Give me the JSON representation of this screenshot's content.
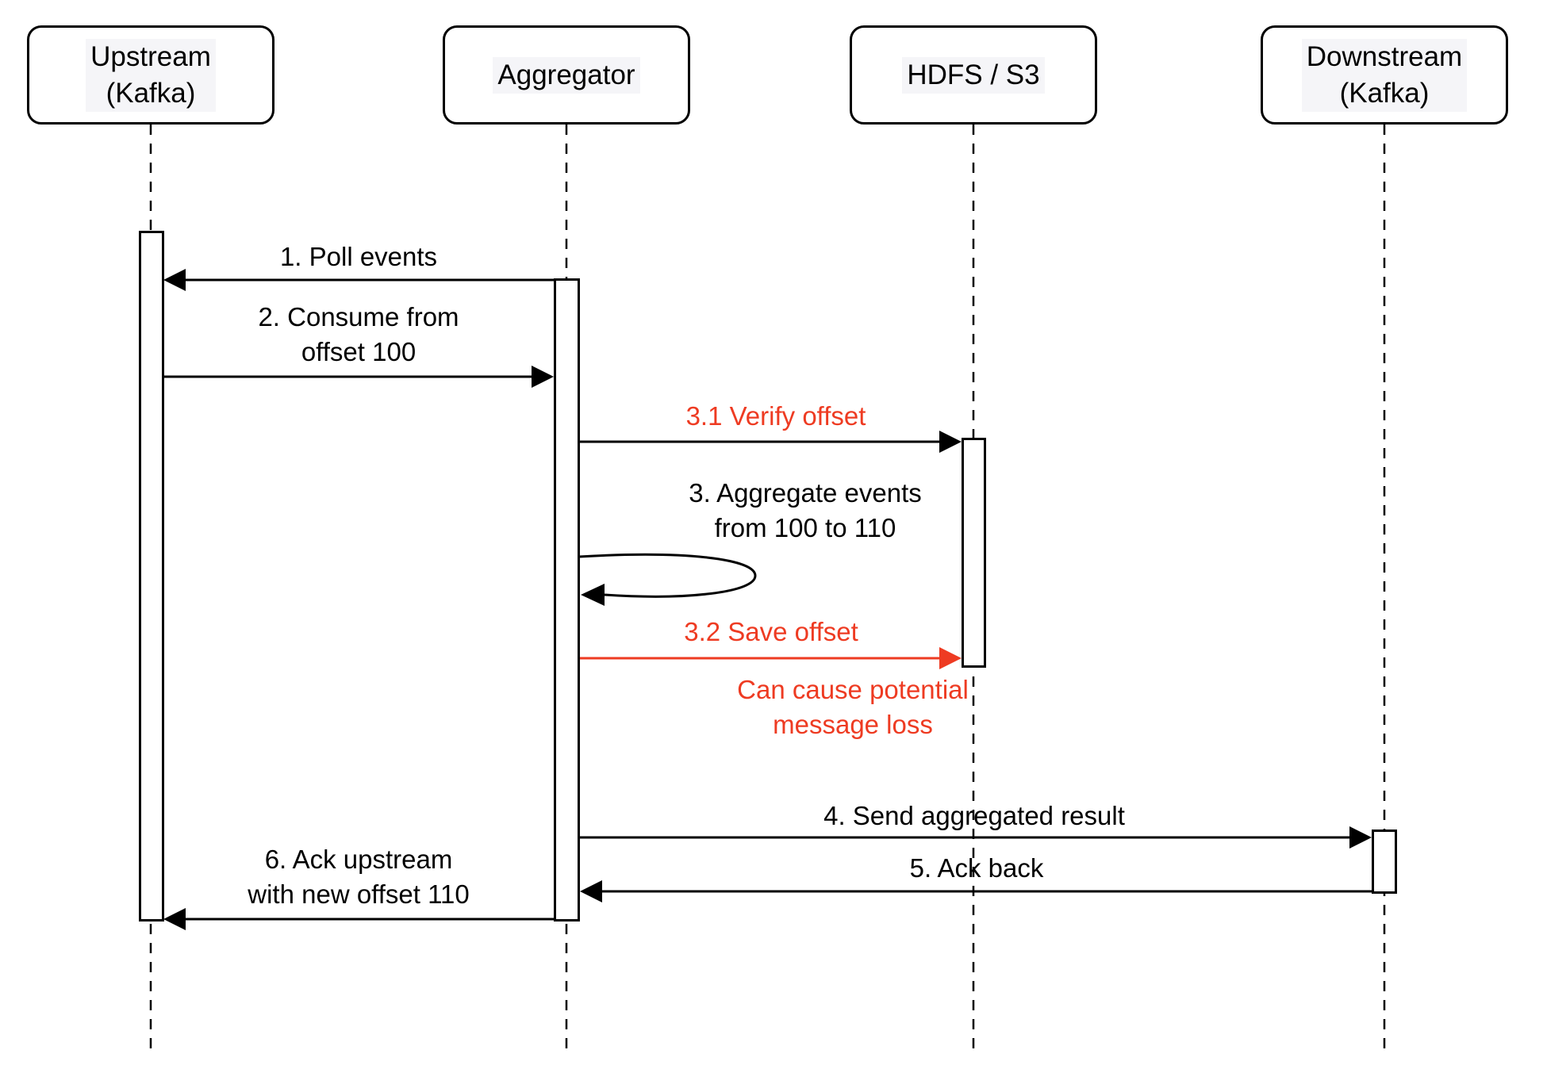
{
  "colors": {
    "accent_red": "#ee3b22",
    "line_black": "#000000",
    "canvas_bg": "#ffffff"
  },
  "participants": [
    {
      "id": "upstream-kafka",
      "label": "Upstream\n(Kafka)"
    },
    {
      "id": "aggregator",
      "label": "Aggregator"
    },
    {
      "id": "hdfs-s3",
      "label": "HDFS / S3"
    },
    {
      "id": "downstream-kafka",
      "label": "Downstream\n(Kafka)"
    }
  ],
  "messages": [
    {
      "id": "1",
      "label": "1. Poll events",
      "from": "aggregator",
      "to": "upstream-kafka",
      "label_color": "black",
      "line_color": "black"
    },
    {
      "id": "2",
      "label": "2. Consume from\noffset 100",
      "from": "upstream-kafka",
      "to": "aggregator",
      "label_color": "black",
      "line_color": "black"
    },
    {
      "id": "3.1",
      "label": "3.1 Verify offset",
      "from": "aggregator",
      "to": "hdfs-s3",
      "label_color": "red",
      "line_color": "black"
    },
    {
      "id": "3",
      "label": "3. Aggregate events\nfrom 100 to 110",
      "from": "aggregator",
      "to": "aggregator",
      "label_color": "black",
      "line_color": "black",
      "self_message": true
    },
    {
      "id": "3.2",
      "label": "3.2 Save offset",
      "from": "aggregator",
      "to": "hdfs-s3",
      "label_color": "red",
      "line_color": "red"
    },
    {
      "id": "4",
      "label": "4. Send aggregated result",
      "from": "aggregator",
      "to": "downstream-kafka",
      "label_color": "black",
      "line_color": "black"
    },
    {
      "id": "5",
      "label": "5. Ack back",
      "from": "downstream-kafka",
      "to": "aggregator",
      "label_color": "black",
      "line_color": "black"
    },
    {
      "id": "6",
      "label": "6. Ack upstream\nwith new offset 110",
      "from": "aggregator",
      "to": "upstream-kafka",
      "label_color": "black",
      "line_color": "black"
    }
  ],
  "annotations": [
    {
      "id": "message-loss-note",
      "label": "Can cause potential\nmessage loss",
      "color": "red"
    }
  ]
}
